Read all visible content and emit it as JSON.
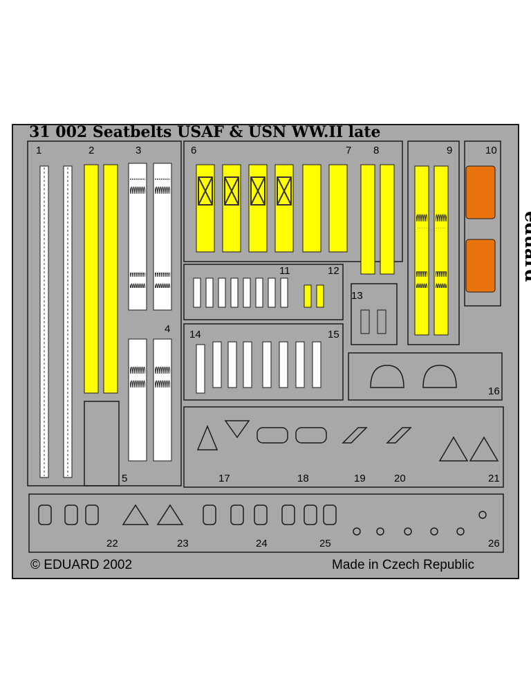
{
  "title": "31  002   Seatbelts USAF & USN WW.II late",
  "brand": "eduard",
  "copyright": "© EDUARD 2002",
  "origin": "Made in Czech Republic",
  "part_numbers": {
    "p1": "1",
    "p2": "2",
    "p3": "3",
    "p4": "4",
    "p5": "5",
    "p6": "6",
    "p7": "7",
    "p8": "8",
    "p9": "9",
    "p10": "10",
    "p11": "11",
    "p12": "12",
    "p13": "13",
    "p14": "14",
    "p15": "15",
    "p16": "16",
    "p17": "17",
    "p18": "18",
    "p19": "19",
    "p20": "20",
    "p21": "21",
    "p22": "22",
    "p23": "23",
    "p24": "24",
    "p25": "25",
    "p26": "26"
  },
  "colors": {
    "fret": "#a8a8a8",
    "outline": "#1a1a1a",
    "yellow": "#ffff00",
    "orange": "#e8730c",
    "white": "#ffffff"
  }
}
